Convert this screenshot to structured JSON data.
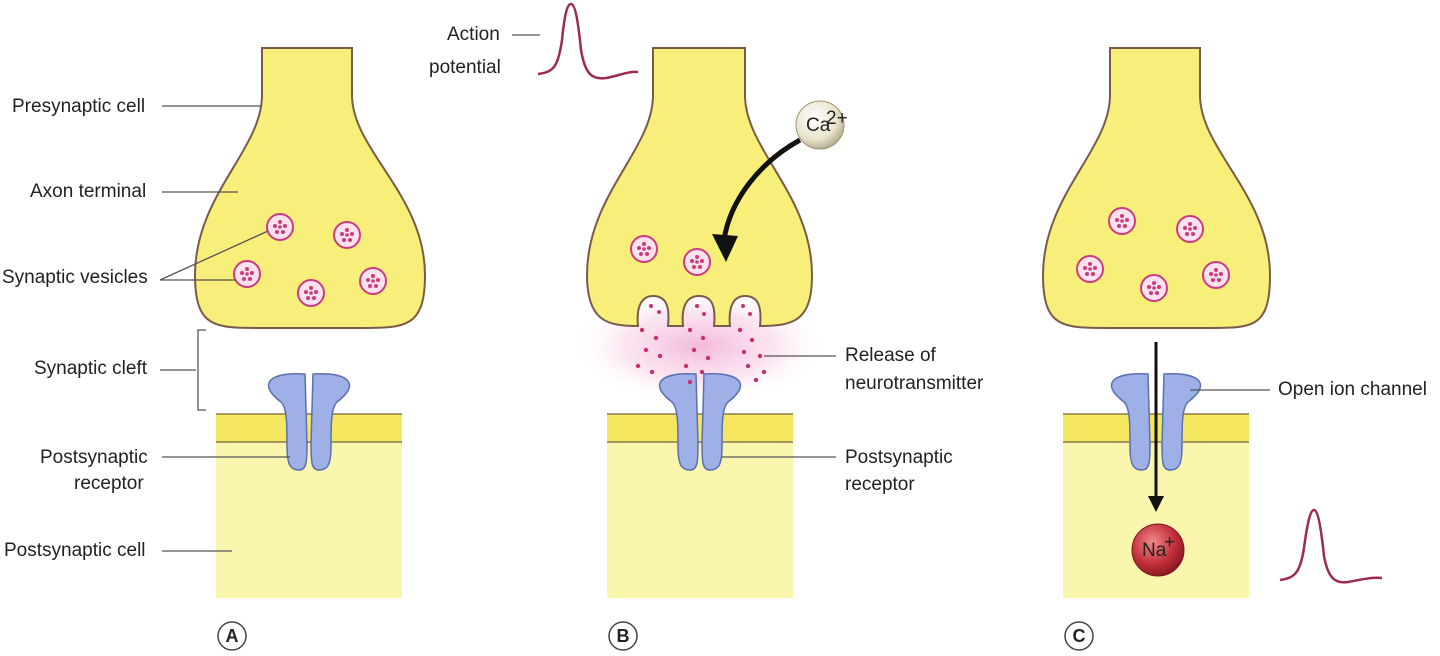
{
  "labels": {
    "presynaptic_cell": "Presynaptic cell",
    "axon_terminal": "Axon terminal",
    "synaptic_vesicles": "Synaptic vesicles",
    "synaptic_cleft": "Synaptic cleft",
    "postsynaptic_receptor_line1": "Postsynaptic",
    "postsynaptic_receptor_line2": "receptor",
    "postsynaptic_cell": "Postsynaptic cell",
    "action_potential_line1": "Action",
    "action_potential_line2": "potential",
    "release_line1": "Release of",
    "release_line2": "neurotransmitter",
    "postsynaptic_receptor_b_line1": "Postsynaptic",
    "postsynaptic_receptor_b_line2": "receptor",
    "open_ion_channel": "Open ion channel",
    "calcium_ion": "Ca",
    "calcium_charge": "2+",
    "sodium_ion": "Na",
    "sodium_charge": "+"
  },
  "panels": [
    "A",
    "B",
    "C"
  ],
  "colors": {
    "terminal_fill": "#f7ef7a",
    "postsynaptic_fill": "#fbf6ad",
    "receptor_fill": "#9fb0e6",
    "vesicle_stroke": "#cc3b7f",
    "action_potential": "#9c2b52"
  }
}
